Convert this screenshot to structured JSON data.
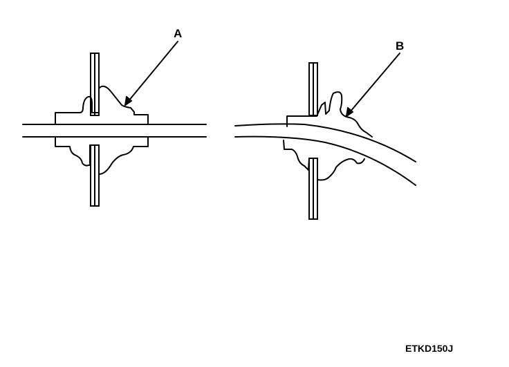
{
  "labels": {
    "a": "A",
    "b": "B"
  },
  "figure_code": "ETKD150J",
  "colors": {
    "line": "#000000",
    "background": "#ffffff"
  }
}
